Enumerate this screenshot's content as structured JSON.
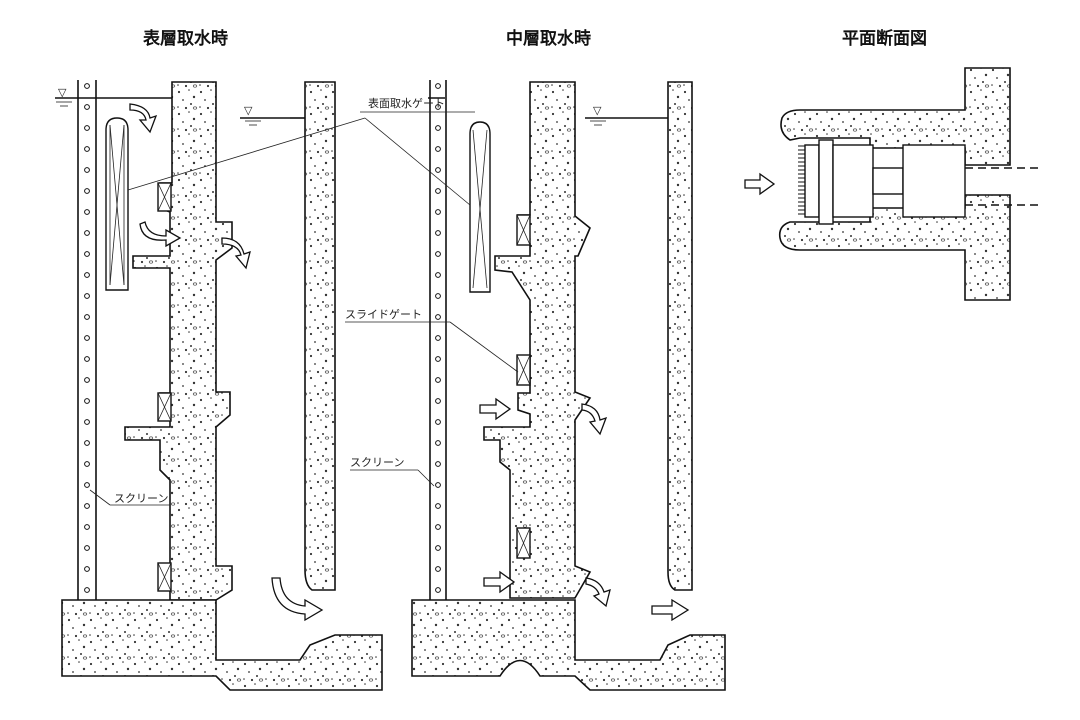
{
  "titles": {
    "surface": "表層取水時",
    "middle": "中層取水時",
    "plan": "平面断面図"
  },
  "labels": {
    "surface_gate": "表面取水ゲート",
    "slide_gate": "スライドゲート",
    "screen_left": "スクリーン",
    "screen_mid": "スクリーン"
  },
  "symbols": {
    "water_level": "▽"
  }
}
